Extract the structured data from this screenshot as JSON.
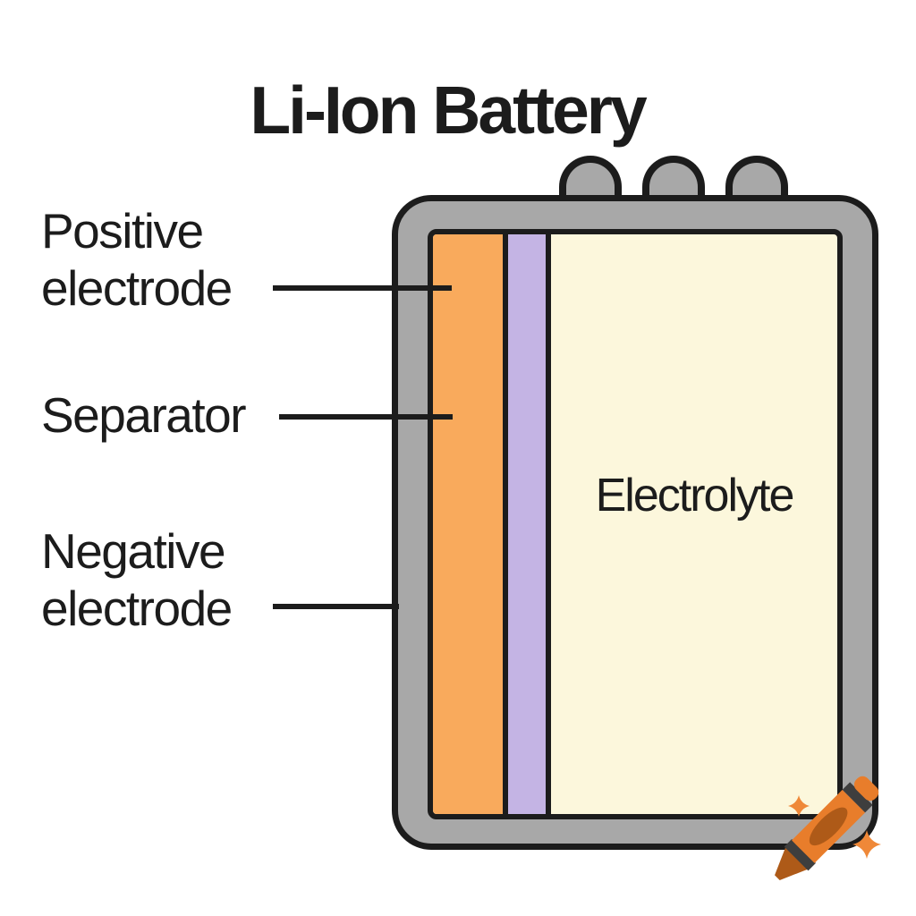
{
  "title": "Li-Ion Battery",
  "battery": {
    "terminal_count": 3,
    "layers": [
      {
        "name": "positive-electrode",
        "color_key": "positive"
      },
      {
        "name": "separator",
        "color_key": "separator"
      },
      {
        "name": "electrolyte",
        "color_key": "electrolyte"
      }
    ],
    "electrolyte_label": "Electrolyte"
  },
  "labels": {
    "positive": "Positive electrode",
    "separator": "Separator",
    "negative": "Negative electrode"
  },
  "watermark": {
    "icon": "crayon-icon",
    "sparkle_count": 2
  },
  "colors": {
    "outline": "#1c1c1c",
    "casing": "#a8a8a8",
    "positive": "#f9aa5c",
    "separator": "#c4b4e4",
    "electrolyte": "#fcf7dc",
    "crayon-body": "#e87d2b",
    "crayon-dark": "#ae5a18",
    "crayon-band": "#3e3e3e",
    "sparkle": "#ef8838",
    "text": "#1c1c1c",
    "background": "#ffffff"
  }
}
